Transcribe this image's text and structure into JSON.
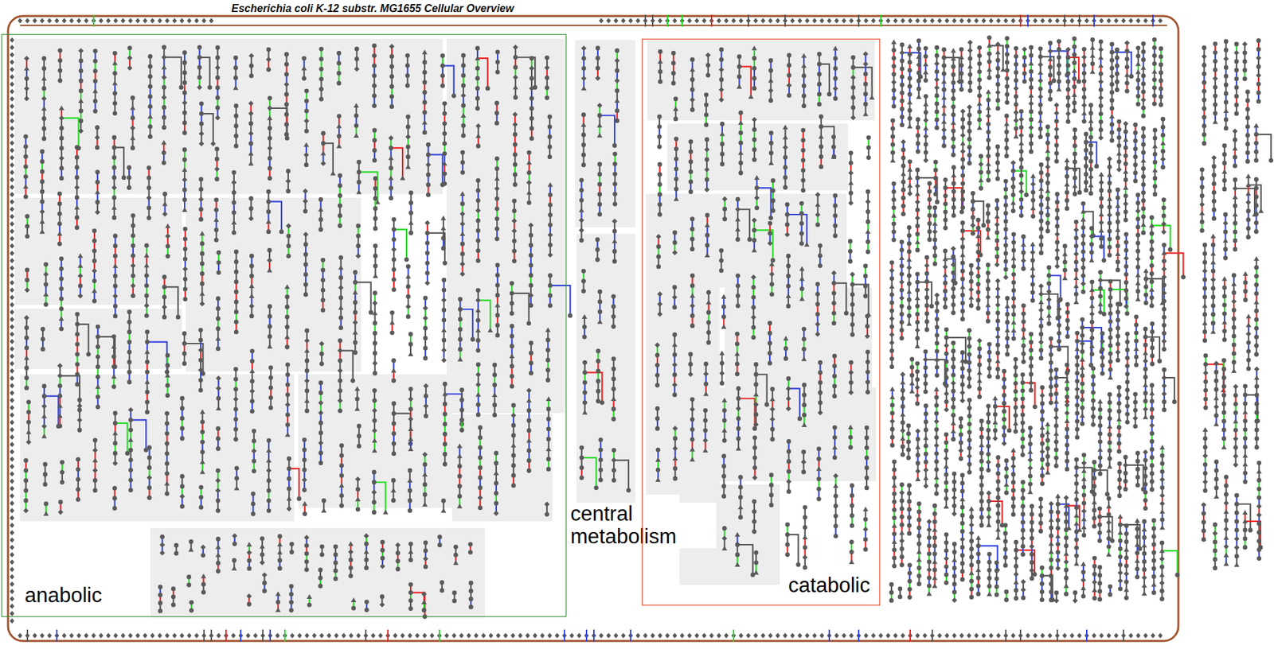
{
  "diagram": {
    "title": "Escherichia coli K-12 substr. MG1655 Cellular Overview",
    "nodes": [
      {
        "text": [
          "anabolic"
        ]
      },
      {
        "text": [
          "catabolic"
        ]
      }
    ],
    "labels": [
      "central metabolism"
    ]
  }
}
